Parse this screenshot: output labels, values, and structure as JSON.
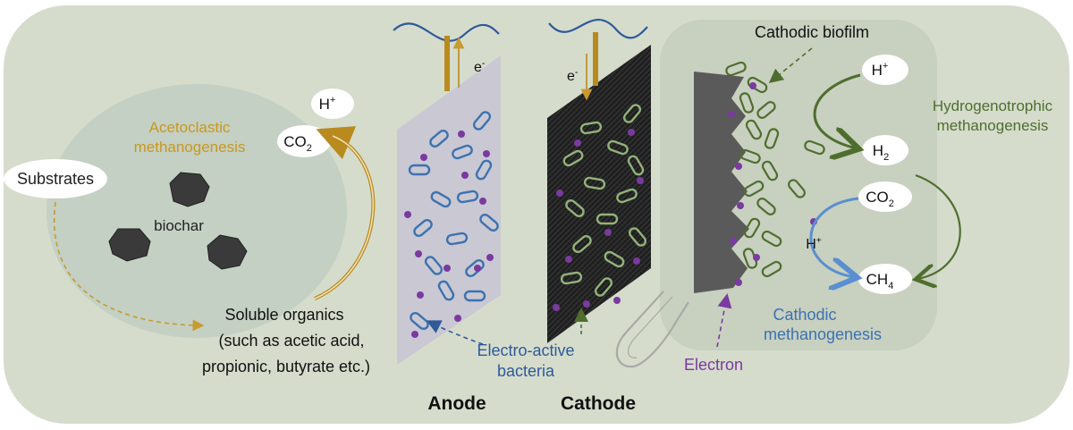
{
  "colors": {
    "panel_bg": "#d5dccc",
    "circle_bg": "#c4d0c3",
    "right_panel_bg": "#c8d0c0",
    "anode_plate": "#c9c8d3",
    "cathode_plate": "#1e1e1e",
    "bacteria_blue": "#3c72b0",
    "bacteria_green": "#93b27a",
    "dark_green": "#4f6e2e",
    "electron_purple": "#7a3aa0",
    "gold": "#b98a1e",
    "wire_blue": "#2e5a9a",
    "arrow_light_blue": "#5a8fd0",
    "biofilm_grey": "#555555"
  },
  "labels": {
    "substrates": "Substrates",
    "acetoclastic_line1": "Acetoclastic",
    "acetoclastic_line2": "methanogenesis",
    "biochar": "biochar",
    "h_plus_left": "H",
    "co2_left": "CO",
    "soluble_line1": "Soluble organics",
    "soluble_line2": "(such as acetic acid,",
    "soluble_line3": "propionic, butyrate etc.)",
    "e_anode": "e",
    "e_cathode": "e",
    "electroactive_line1": "Electro-active",
    "electroactive_line2": "bacteria",
    "anode": "Anode",
    "cathode": "Cathode",
    "cathodic_biofilm": "Cathodic biofilm",
    "h_plus_right": "H",
    "h2": "H",
    "co2_right": "CO",
    "h_plus_mid": "H",
    "ch4": "CH",
    "hydro_line1": "Hydrogenotrophic",
    "hydro_line2": "methanogenesis",
    "cathodic_meth_line1": "Cathodic",
    "cathodic_meth_line2": "methanogenesis",
    "electron": "Electron"
  },
  "superscripts": {
    "plus": "+",
    "minus": "-"
  },
  "subscripts": {
    "two": "2",
    "four": "4"
  }
}
